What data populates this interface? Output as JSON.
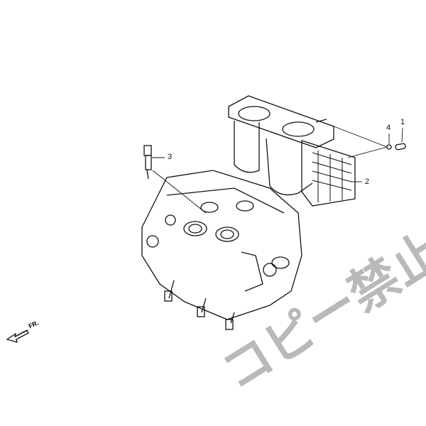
{
  "diagram": {
    "callouts": [
      "1",
      "2",
      "3",
      "4"
    ],
    "direction_label": "FR.",
    "watermark": "コピー禁止"
  }
}
